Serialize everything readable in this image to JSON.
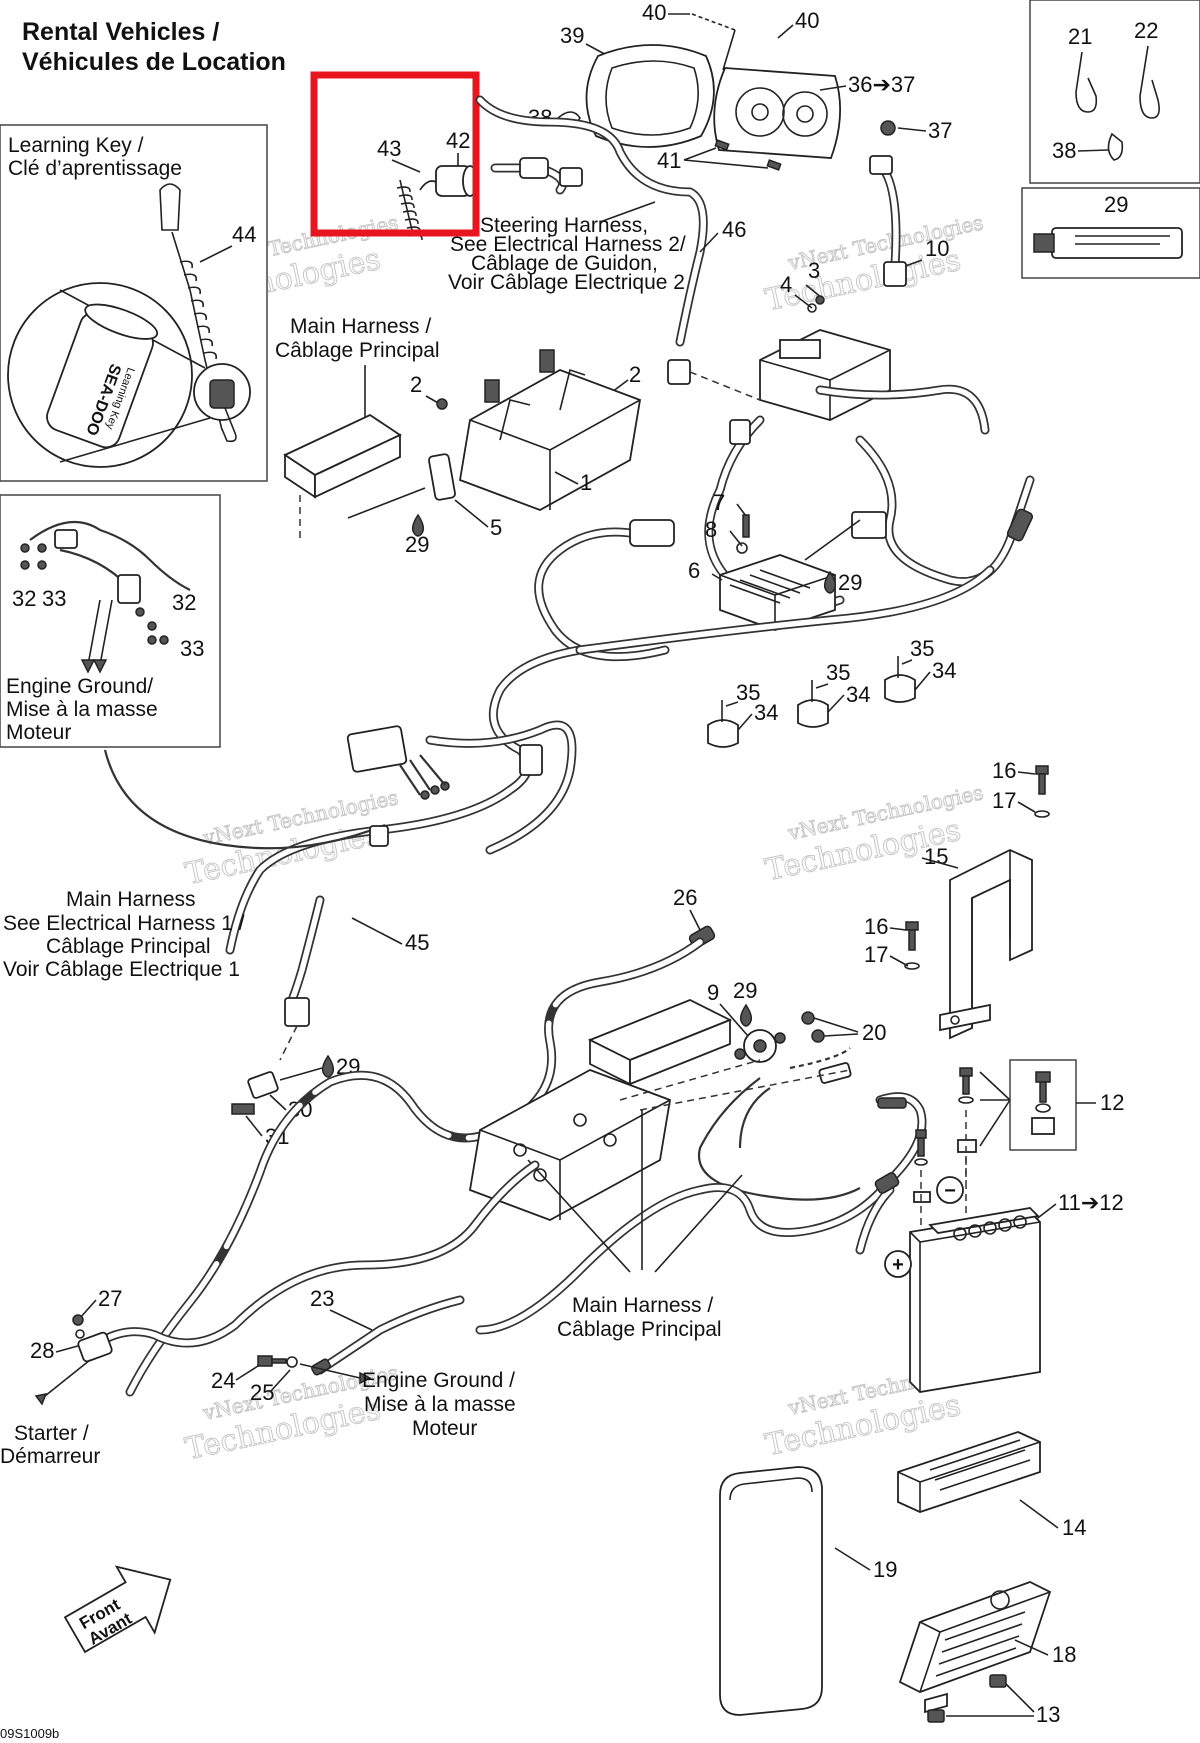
{
  "title": {
    "line1": "Rental Vehicles /",
    "line2": "Véhicules de Location"
  },
  "boxes": {
    "learning_key": {
      "line1": "Learning Key /",
      "line2": "Clé d’aprentissage"
    },
    "learning_key_brand": "SEA-DOO",
    "learning_key_text": "Learning Key",
    "engine_ground_box": {
      "line1": "Engine Ground/",
      "line2": "Mise à la masse",
      "line3": "Moteur"
    }
  },
  "captions": {
    "steering_harness": {
      "line1": "Steering Harness,",
      "line2": "See Electrical Harness 2/",
      "line3": "Câblage de Guidon,",
      "line4": "Voir Câblage Electrique 2"
    },
    "main_harness_top": {
      "line1": "Main Harness /",
      "line2": "Câblage Principal"
    },
    "main_harness_left": {
      "line1": "Main Harness",
      "line2": "See Electrical Harness 1 /",
      "line3": "Câblage Principal",
      "line4": "Voir Câblage Electrique 1"
    },
    "main_harness_bottom": {
      "line1": "Main Harness /",
      "line2": "Câblage Principal"
    },
    "engine_ground_bottom": {
      "line1": "Engine Ground /",
      "line2": "Mise à la masse",
      "line3": "Moteur"
    },
    "starter": {
      "line1": "Starter /",
      "line2": "Démarreur"
    },
    "front": {
      "line1": "Front",
      "line2": "Avant"
    },
    "figure_code": "09S1009b"
  },
  "watermark": {
    "line1": "vNext Technologies",
    "line2": "Technologies"
  },
  "callouts": {
    "c1": "1",
    "c2": "2",
    "c3": "3",
    "c4": "4",
    "c5": "5",
    "c6": "6",
    "c7": "7",
    "c8": "8",
    "c9": "9",
    "c10": "10",
    "c11_12": "11➔12",
    "c12": "12",
    "c13": "13",
    "c14": "14",
    "c15": "15",
    "c16": "16",
    "c17": "17",
    "c18": "18",
    "c19": "19",
    "c20": "20",
    "c21": "21",
    "c22": "22",
    "c23": "23",
    "c24": "24",
    "c25": "25",
    "c26": "26",
    "c27": "27",
    "c28": "28",
    "c29": "29",
    "c30": "30",
    "c31": "31",
    "c32": "32",
    "c33": "33",
    "c34": "34",
    "c35": "35",
    "c36_37": "36➔37",
    "c37": "37",
    "c38": "38",
    "c39": "39",
    "c40": "40",
    "c41": "41",
    "c42": "42",
    "c43": "43",
    "c44": "44",
    "c45": "45",
    "c46": "46"
  },
  "battery": {
    "minus": "−",
    "plus": "+"
  },
  "colors": {
    "highlight": "#e8141e",
    "line": "#222222",
    "watermark": "#c8c8c8"
  }
}
